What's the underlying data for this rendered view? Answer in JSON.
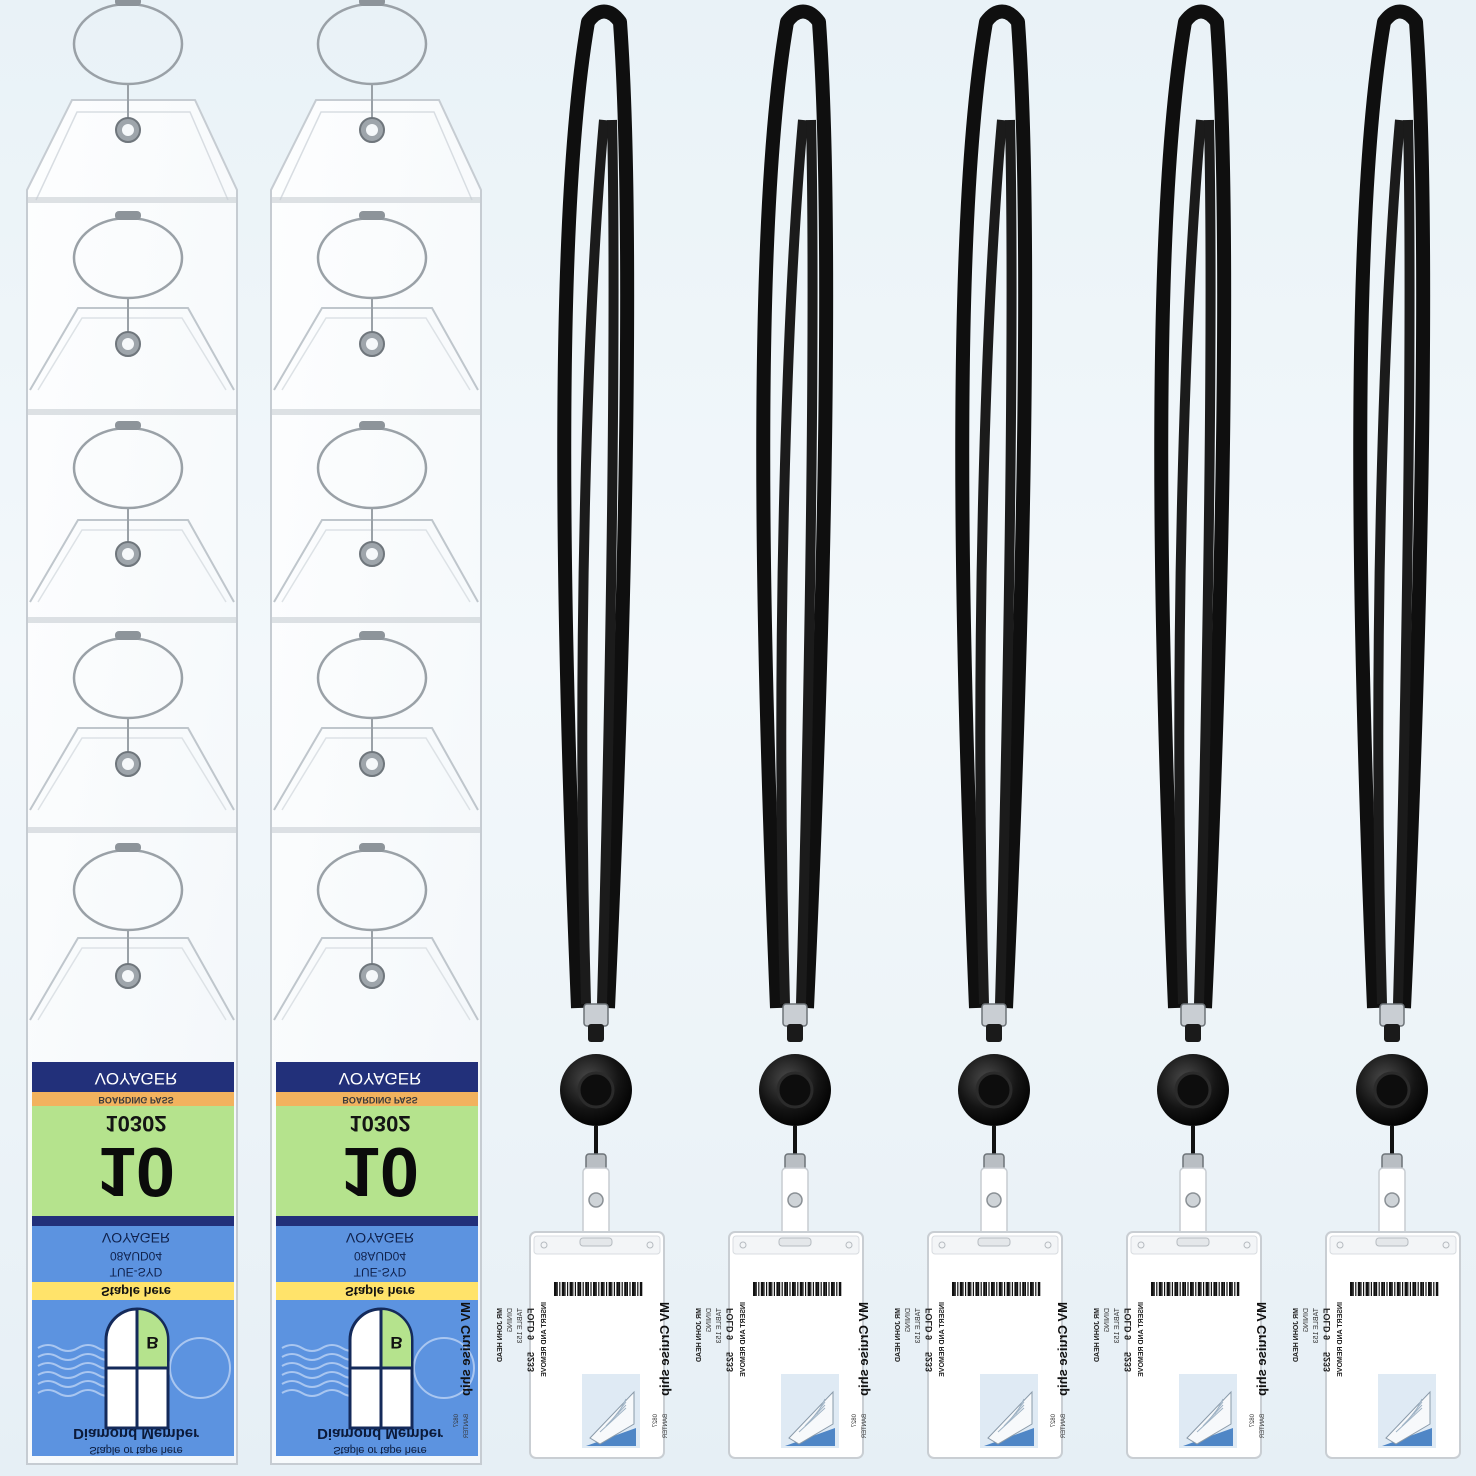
{
  "colors": {
    "background": "#eef5f9",
    "card_navy": "#22307a",
    "card_orange": "#f2b25e",
    "card_green": "#b5e38d",
    "card_blue": "#5c93e0",
    "card_yellow": "#ffe36a",
    "lanyard": "#0f0f0f"
  },
  "tag_strips": [
    {
      "card": {
        "brand": "VOYAGER",
        "pass_line": "BOARDING   PASS",
        "code": "10302",
        "big_number": "10",
        "brand_small": "VOYAGER",
        "route_code": "08AUD04",
        "route": "TUE-SYD",
        "staple_label": "Staple here",
        "grid_letter": "B",
        "member": "Diamond Member",
        "member_note": "Staple or tape here"
      }
    },
    {
      "card": {
        "brand": "VOYAGER",
        "pass_line": "BOARDING   PASS",
        "code": "10302",
        "big_number": "10",
        "brand_small": "VOYAGER",
        "route_code": "08AUD04",
        "route": "TUE-SYD",
        "staple_label": "Staple here",
        "grid_letter": "B",
        "member": "Diamond Member",
        "member_note": "Staple or tape here"
      }
    }
  ],
  "lanyards": [
    {
      "card": {
        "insert": "INSERT AND REMOVE",
        "ship": "MV Cruise ship",
        "fold": "FOLD 9",
        "num": "5233",
        "name": "MR JOHN HEAD",
        "dining": "DINING",
        "table": "TABLE 153",
        "banter": "BANTER",
        "serial": "0827"
      }
    },
    {
      "card": {
        "insert": "INSERT AND REMOVE",
        "ship": "MV Cruise ship",
        "fold": "FOLD 9",
        "num": "5233",
        "name": "MR JOHN HEAD",
        "dining": "DINING",
        "table": "TABLE 153",
        "banter": "BANTER",
        "serial": "0827"
      }
    },
    {
      "card": {
        "insert": "INSERT AND REMOVE",
        "ship": "MV Cruise ship",
        "fold": "FOLD 9",
        "num": "5233",
        "name": "MR JOHN HEAD",
        "dining": "DINING",
        "table": "TABLE 153",
        "banter": "BANTER",
        "serial": "0827"
      }
    },
    {
      "card": {
        "insert": "INSERT AND REMOVE",
        "ship": "MV Cruise ship",
        "fold": "FOLD 9",
        "num": "5233",
        "name": "MR JOHN HEAD",
        "dining": "DINING",
        "table": "TABLE 153",
        "banter": "BANTER",
        "serial": "0827"
      }
    },
    {
      "card": {
        "insert": "INSERT AND REMOVE",
        "ship": "MV Cruise ship",
        "fold": "FOLD 9",
        "num": "5233",
        "name": "MR JOHN HEAD",
        "dining": "DINING",
        "table": "TABLE 153",
        "banter": "BANTER",
        "serial": "0827"
      }
    }
  ]
}
